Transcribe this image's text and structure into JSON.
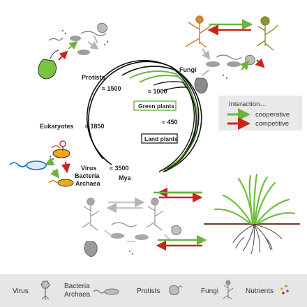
{
  "arc_labels": {
    "protists": "Protists",
    "fungi": "Fungi",
    "eukaryotes": "Eukaryotes",
    "virus": "Virus",
    "bacteria": "Bacteria",
    "archaea": "Archaea",
    "green_plants": "Green plants",
    "land_plants": "Land plants",
    "mya": "Mya"
  },
  "time_marks": {
    "t1500": "≈ 1500",
    "t1000": "≈ 1000",
    "t1850": "≈ 1850",
    "t450": "≈ 450",
    "t3500": "≈ 3500"
  },
  "interaction_legend": {
    "title": "Interaction…",
    "cooperative": "cooperative",
    "competitive": "competitive",
    "colors": {
      "cooperative": "#6db33f",
      "competitive": "#c8261b"
    }
  },
  "footer_legend": {
    "virus": "Virus",
    "bacteria": "Bacteria",
    "archaea": "Archaea",
    "protists": "Protists",
    "fungi": "Fungi",
    "nutrients": "Nutrients"
  },
  "icons": [
    "virus-icon",
    "bacteria-icon",
    "protist-icon",
    "fungi-icon",
    "nutrients-icon",
    "plant-icon",
    "seedling-icon"
  ]
}
